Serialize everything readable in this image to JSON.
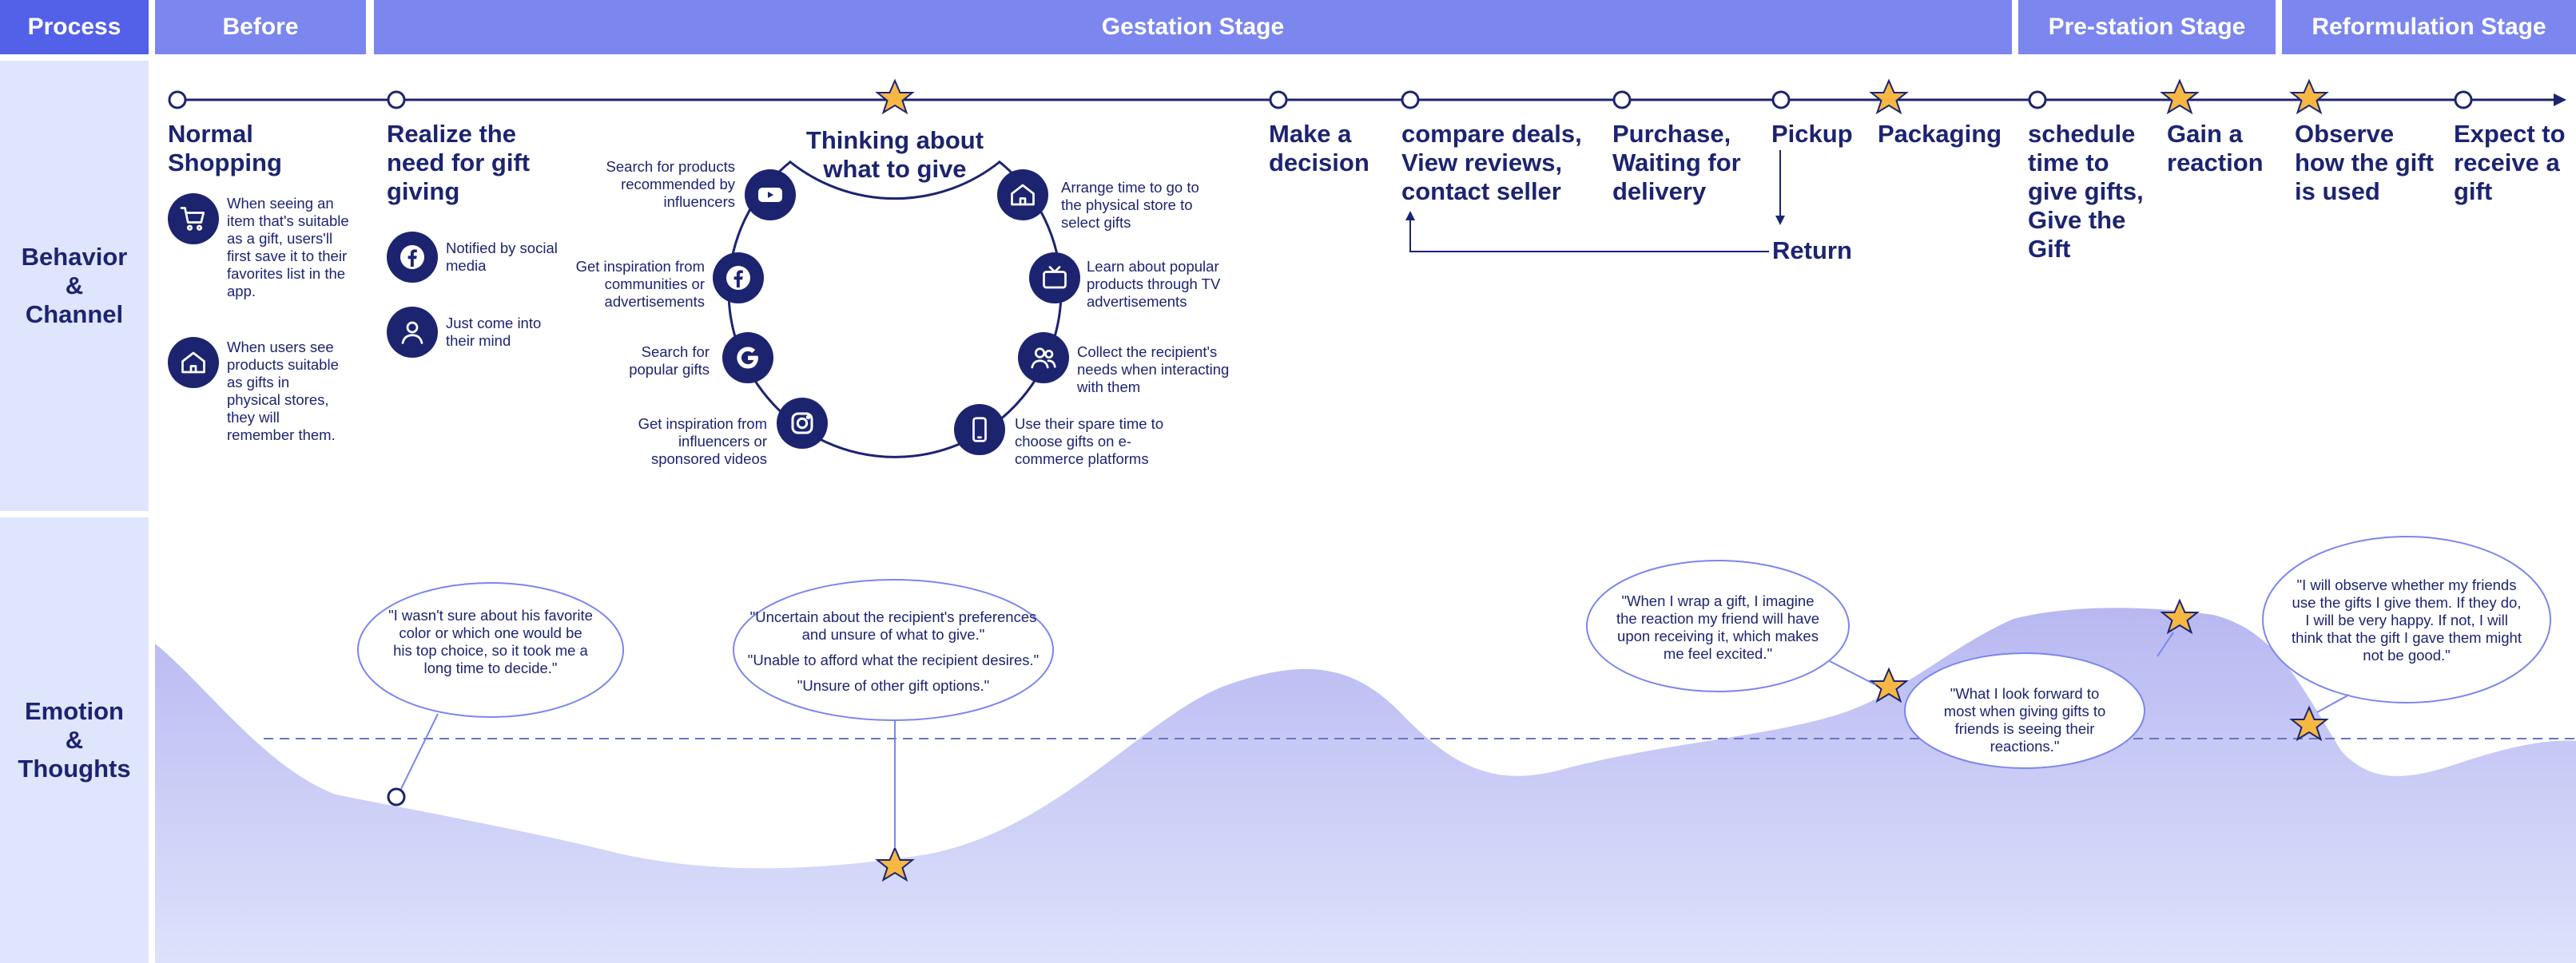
{
  "headers": {
    "process": "Process",
    "before": "Before",
    "gestation": "Gestation Stage",
    "prestation": "Pre-station Stage",
    "reformulation": "Reformulation Stage"
  },
  "lanes": {
    "behavior": [
      "Behavior",
      "&",
      "Channel"
    ],
    "emotion": [
      "Emotion",
      "&",
      "Thoughts"
    ]
  },
  "stages": {
    "normal_shopping": "Normal Shopping",
    "realize_need": "Realize the need for gift giving",
    "thinking": "Thinking about what to give",
    "decision": "Make a decision",
    "compare": "compare deals, View reviews, contact seller",
    "purchase": "Purchase, Waiting for delivery",
    "pickup": "Pickup",
    "return": "Return",
    "packaging": "Packaging",
    "schedule": "schedule time to give gifts, Give the Gift",
    "reaction": "Gain a reaction",
    "observe": "Observe how the gift is used",
    "expect": "Expect to receive a gift"
  },
  "behaviors": {
    "normal_cart": "When seeing an item that's suitable as a gift, users'll first save it to their favorites list in the app.",
    "normal_store": "When users see products suitable as gifts in physical stores, they will remember them.",
    "realize_social": "Notified by social media",
    "realize_mind": "Just come into their mind",
    "youtube": "Search for products recommended by influencers",
    "facebook": "Get inspiration from communities or advertisements",
    "google": "Search for popular gifts",
    "instagram": "Get inspiration from influencers or sponsored videos",
    "store": "Arrange time to go to the physical store to select gifts",
    "tv": "Learn about popular products through TV advertisements",
    "recipient": "Collect the recipient's needs when interacting with them",
    "phone": "Use their spare time to choose gifts on e-commerce platforms"
  },
  "thoughts": {
    "color": "\"I wasn't sure about his favorite color or which one would be his top choice, so it took me a long time to decide.\"",
    "uncertain_1": "\"Uncertain about the recipient's preferences and unsure of what to give.\"",
    "uncertain_2": "\"Unable to afford what the recipient desires.\"",
    "uncertain_3": "\"Unsure of other gift options.\"",
    "wrap": "\"When I wrap a gift, I imagine the reaction my friend will have upon receiving it, which makes me feel excited.\"",
    "forward": "\"What I look forward to most when giving gifts to friends is seeing their reactions.\"",
    "observe": "\"I will observe whether my friends use the gifts I give them. If they do, I will be very happy. If not, I will think that the gift I gave them might not be good.\""
  },
  "colors": {
    "navy": "#1c2470",
    "header": "#7b86ef",
    "process_header": "#5360e8",
    "lane": "#dfe5fd",
    "emotion_fill": "#b8b8f1",
    "star": "#f6b843"
  }
}
